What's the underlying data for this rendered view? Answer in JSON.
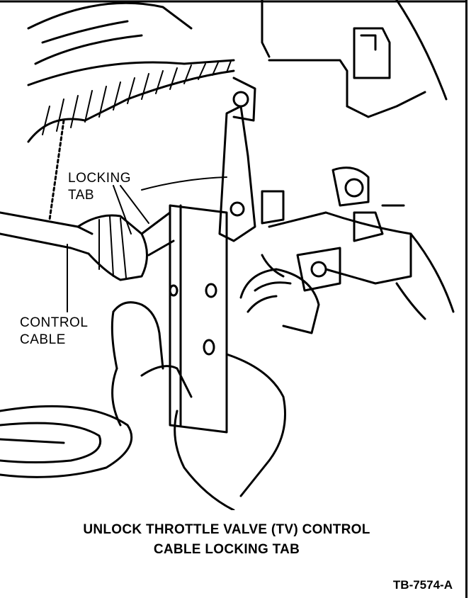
{
  "callouts": {
    "locking_tab": "LOCKING TAB",
    "control_cable": "CONTROL CABLE"
  },
  "caption": {
    "line1": "UNLOCK THROTTLE VALVE (TV) CONTROL",
    "line2": "CABLE LOCKING TAB"
  },
  "figure_id": "TB-7574-A",
  "colors": {
    "ink": "#000000",
    "paper": "#ffffff"
  }
}
